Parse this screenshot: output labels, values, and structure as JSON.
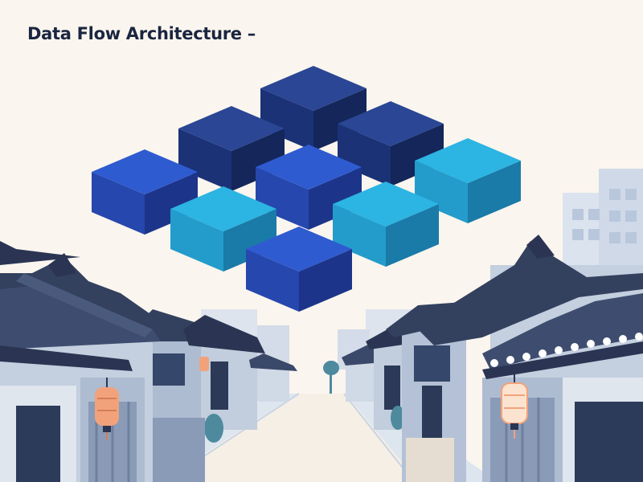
{
  "header": {
    "title": "Data Flow Architecture –"
  },
  "colors": {
    "background": "#faf5ee",
    "navy": "#1e3a8a",
    "royal": "#2f5bd0",
    "sky": "#2cb4e2",
    "connector": "#2fd4f0",
    "roof": "#33405e",
    "wall": "#bac6d8",
    "lantern": "#f2a27a"
  },
  "illustration": {
    "subject": "isometric block grid above hanok street",
    "blocks": [
      {
        "name": "block-1",
        "tone": "navy"
      },
      {
        "name": "block-2",
        "tone": "navy"
      },
      {
        "name": "block-3",
        "tone": "navy"
      },
      {
        "name": "block-4",
        "tone": "royal"
      },
      {
        "name": "block-5",
        "tone": "royal"
      },
      {
        "name": "block-6",
        "tone": "sky"
      },
      {
        "name": "block-7",
        "tone": "sky"
      },
      {
        "name": "block-8",
        "tone": "sky"
      },
      {
        "name": "block-9",
        "tone": "royal"
      }
    ]
  }
}
